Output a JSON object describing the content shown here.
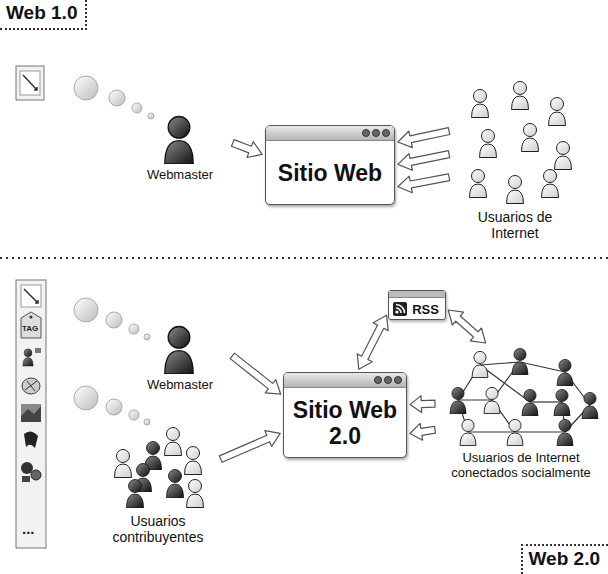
{
  "diagram": {
    "nodes": [
      {
        "text": [
          "Webmaster"
        ]
      },
      {
        "text": [
          "Sitio Web"
        ]
      },
      {
        "text": [
          "Usuarios de Internet"
        ]
      },
      {
        "text": [
          "Webmaster"
        ]
      },
      {
        "text": [
          "Usuarios contribuyentes"
        ]
      },
      {
        "text": [
          "Sitio Web 2.0"
        ]
      },
      {
        "text": [
          "RSS"
        ]
      },
      {
        "text": [
          "Usuarios de Internet conectados socialmente"
        ]
      }
    ],
    "edges": [
      {
        "from": 0,
        "to": 1,
        "arrow": "to"
      },
      {
        "from": 2,
        "to": 1,
        "arrow": "to"
      },
      {
        "from": 2,
        "to": 1,
        "arrow": "to"
      },
      {
        "from": 2,
        "to": 1,
        "arrow": "to"
      },
      {
        "from": 3,
        "to": 5,
        "arrow": "to"
      },
      {
        "from": 4,
        "to": 5,
        "arrow": "to"
      },
      {
        "from": 7,
        "to": 5,
        "arrow": "to"
      },
      {
        "from": 7,
        "to": 5,
        "arrow": "to"
      },
      {
        "from": 5,
        "to": 6,
        "arrow": "both"
      },
      {
        "from": 6,
        "to": 7,
        "arrow": "both"
      }
    ],
    "labels": [
      "Web 1.0",
      "TAG",
      "...",
      "Web 2.0"
    ]
  }
}
